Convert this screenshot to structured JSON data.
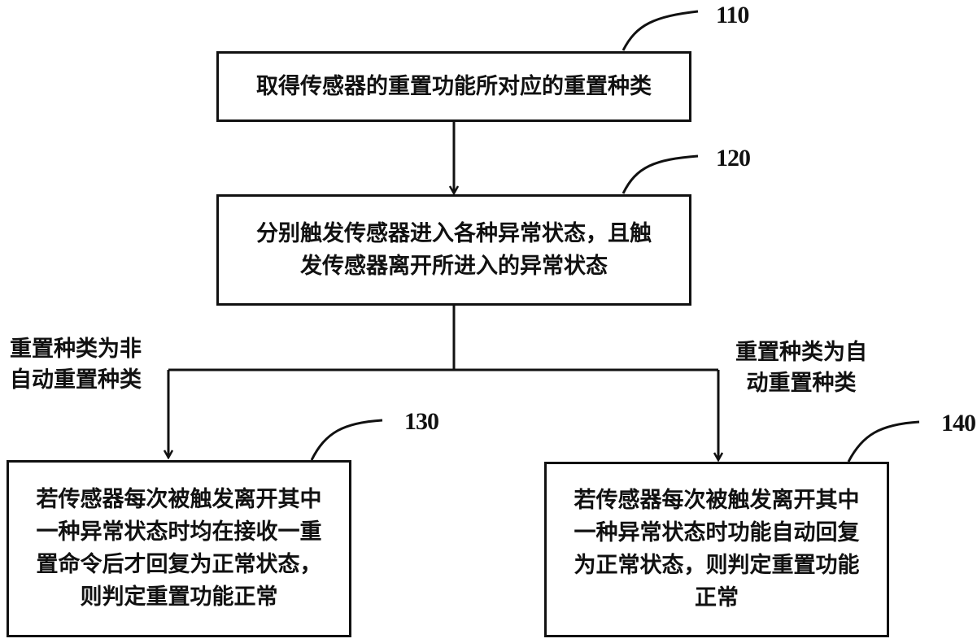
{
  "steps": [
    {
      "ref": "110",
      "lines": [
        "取得传感器的重置功能所对应的重置种类"
      ]
    },
    {
      "ref": "120",
      "lines": [
        "分别触发传感器进入各种异常状态，且触",
        "发传感器离开所进入的异常状态"
      ]
    },
    {
      "ref": "130",
      "lines": [
        "若传感器每次被触发离开其中",
        "一种异常状态时均在接收一重",
        "置命令后才回复为正常状态，",
        "则判定重置功能正常"
      ]
    },
    {
      "ref": "140",
      "lines": [
        "若传感器每次被触发离开其中",
        "一种异常状态时功能自动回复",
        "为正常状态，则判定重置功能",
        "正常"
      ]
    }
  ],
  "conditions": {
    "left": [
      "重置种类为非",
      "自动重置种类"
    ],
    "right": [
      "重置种类为自",
      "动重置种类"
    ]
  }
}
